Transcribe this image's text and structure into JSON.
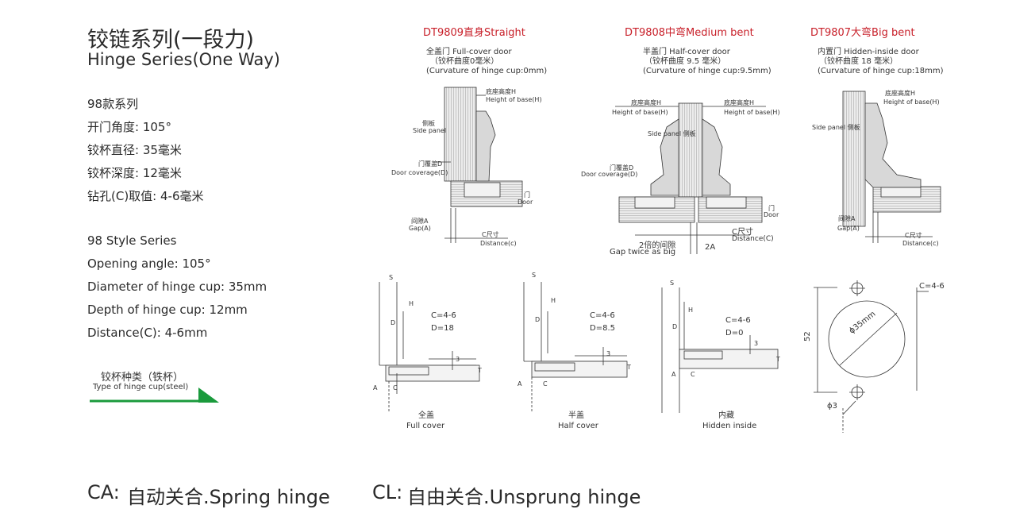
{
  "title": {
    "cn": "铰链系列(一段力)",
    "en": "Hinge Series(One Way)"
  },
  "specs_cn": {
    "series": "98款系列",
    "opening_angle": "开门角度: 105°",
    "cup_diameter": "铰杯直径: 35毫米",
    "cup_depth": "铰杯深度: 12毫米",
    "drilling": "钻孔(C)取值: 4-6毫米"
  },
  "specs_en": {
    "series": "98 Style Series",
    "opening_angle": "Opening angle: 105°",
    "cup_diameter": "Diameter of hinge cup: 35mm",
    "cup_depth": "Depth of hinge cup: 12mm",
    "distance": "Distance(C):  4-6mm"
  },
  "cup_type": {
    "cn": "铰杯种类（铁杯）",
    "en": "Type of hinge cup(steel)"
  },
  "colors": {
    "accent_red": "#c8202a",
    "arrow_green": "#1a9a3c"
  },
  "models": [
    {
      "code": "DT9809直身Straight",
      "door_cn": "全盖门 Full-cover door",
      "curv_cn": "（铰杯曲度0毫米）",
      "curv_en": "(Curvature of hinge cup:0mm)",
      "labels": {
        "base_cn": "底座高度H",
        "base_en": "Height of base(H)",
        "side_cn": "侧板",
        "side_en": "Side panel",
        "cov_cn": "门覆盖D",
        "cov_en": "Door coverage(D)",
        "door_cn": "门",
        "door_en": "Door",
        "gap_cn": "间隙A",
        "gap_en": "Gap(A)",
        "dist_cn": "C尺寸",
        "dist_en": "Distance(c)"
      }
    },
    {
      "code": "DT9808中弯Medium bent",
      "door_cn": "半盖门 Half-cover door",
      "curv_cn": "（铰杯曲度 9.5 毫米）",
      "curv_en": "(Curvature of hinge cup:9.5mm)",
      "labels": {
        "base_cn": "底座高度H",
        "base_en": "Height of base(H)",
        "side": "Side panel 侧板",
        "cov_cn": "门覆盖D",
        "cov_en": "Door coverage(D)",
        "door_cn": "门",
        "door_en": "Door",
        "dist_cn": "C尺寸",
        "dist_en": "Distance(C)",
        "gap_cn": "2倍的间隙",
        "gap_en": "Gap twice as big",
        "two_a": "2A"
      }
    },
    {
      "code": "DT9807大弯Big bent",
      "door_cn": "内置门 Hidden-inside door",
      "curv_cn": "（铰杯曲度 18 毫米）",
      "curv_en": "(Curvature of hinge cup:18mm)",
      "labels": {
        "base_cn": "底座高度H",
        "base_en": "Height of base(H)",
        "side": "Side panel 侧板",
        "gap_cn": "间隙A",
        "gap_en": "Gap(A)",
        "dist_cn": "C尺寸",
        "dist_en": "Distance(c)"
      }
    }
  ],
  "diagrams": [
    {
      "c": "C=4-6",
      "d": "D=18",
      "cn": "全盖",
      "en": "Full cover"
    },
    {
      "c": "C=4-6",
      "d": "D=8.5",
      "cn": "半盖",
      "en": "Half cover"
    },
    {
      "c": "C=4-6",
      "d": "D=0",
      "cn": "内藏",
      "en": "Hidden inside"
    }
  ],
  "diagram_letters": {
    "s": "S",
    "h": "H",
    "d": "D",
    "t": "T",
    "a": "A",
    "c": "C",
    "three": "3"
  },
  "cup_drawing": {
    "c": "C=4-6",
    "diameter": "ϕ35mm",
    "height": "52",
    "screw": "ϕ3"
  },
  "footer": {
    "ca_code": "CA:",
    "ca_text": "自动关合.Spring hinge",
    "cl_code": "CL:",
    "cl_text": "自由关合.Unsprung hinge"
  }
}
